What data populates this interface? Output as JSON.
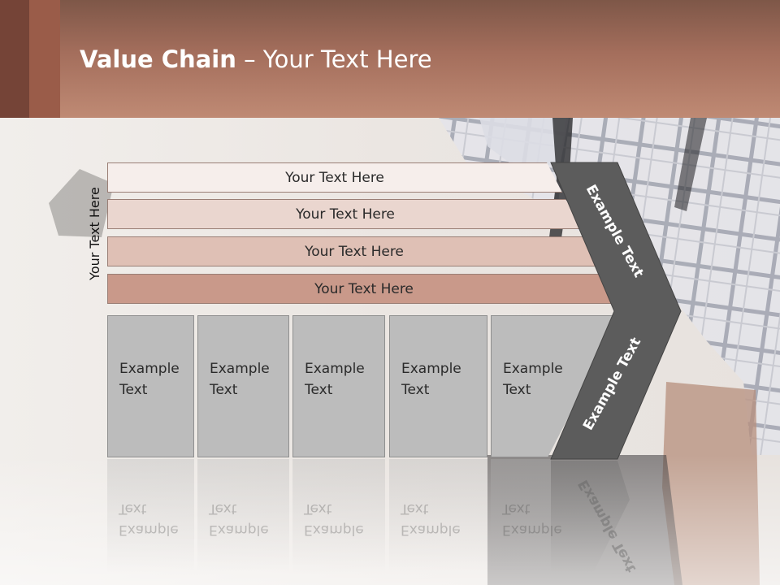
{
  "slide": {
    "title_bold": "Value Chain",
    "title_rest": " – Your Text Here",
    "side_label": "Your Text Here",
    "bands": [
      "Your Text Here",
      "Your Text Here",
      "Your Text Here",
      "Your Text Here"
    ],
    "boxes": [
      "Example Text",
      "Example Text",
      "Example Text",
      "Example Text",
      "Example Text"
    ],
    "box_lines": [
      [
        "Example",
        "Text"
      ],
      [
        "Example",
        "Text"
      ],
      [
        "Example",
        "Text"
      ],
      [
        "Example",
        "Text"
      ],
      [
        "Example",
        "Text"
      ]
    ],
    "chevron_upper": "Example Text",
    "chevron_lower": "Example Text"
  },
  "colors": {
    "header_dark": "#7e5748",
    "header_light": "#bf8a74",
    "band1": "#f6eeeb",
    "band2": "#ead6cf",
    "band3": "#dfc0b5",
    "band4": "#c9998a",
    "box": "#bcbcbc",
    "chevron": "#5c5c5c"
  }
}
